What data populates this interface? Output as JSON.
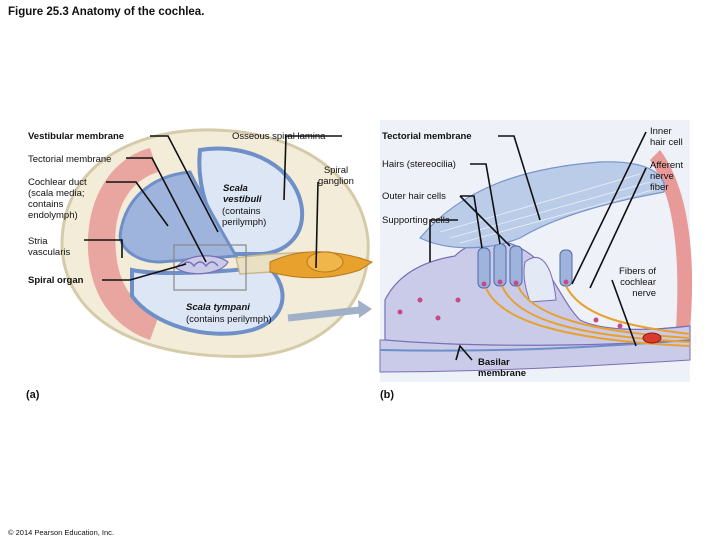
{
  "figure": {
    "title": "Figure 25.3  Anatomy of the cochlea.",
    "copyright": "© 2014 Pearson Education, Inc."
  },
  "panel_a": {
    "tag": "(a)",
    "labels": {
      "vestibular_membrane": "Vestibular membrane",
      "osseous_spiral_lamina": "Osseous spiral lamina",
      "tectorial_membrane": "Tectorial membrane",
      "spiral_ganglion": "Spiral\nganglion",
      "cochlear_duct": "Cochlear duct\n(scala media;\ncontains\nendolymph)",
      "scala_vestibuli": "Scala\nvestibuli",
      "scala_vestibuli_note": "(contains\nperilymph)",
      "stria_vascularis": "Stria\nvascularis",
      "spiral_organ": "Spiral organ",
      "scala_tympani": "Scala tympani",
      "scala_tympani_note": "(contains perilymph)"
    }
  },
  "panel_b": {
    "tag": "(b)",
    "labels": {
      "tectorial_membrane": "Tectorial membrane",
      "inner_hair_cell": "Inner\nhair cell",
      "hairs": "Hairs (stereocilia)",
      "afferent_nerve_fiber": "Afferent\nnerve\nfiber",
      "outer_hair_cells": "Outer hair cells",
      "supporting_cells": "Supporting cells",
      "fibers_cochlear_nerve": "Fibers of\ncochlear\nnerve",
      "basilar_membrane": "Basilar\nmembrane"
    }
  },
  "colors": {
    "bone": "#f2ecd8",
    "bone_edge": "#d6cba8",
    "duct_blue": "#9fb4dc",
    "duct_light": "#dde6f4",
    "membrane": "#6f8fc8",
    "stria_pink": "#e79a97",
    "nerve_gold": "#e8a12d",
    "cell_lavender": "#c9cbe9",
    "nucleus": "#c64a8a"
  }
}
